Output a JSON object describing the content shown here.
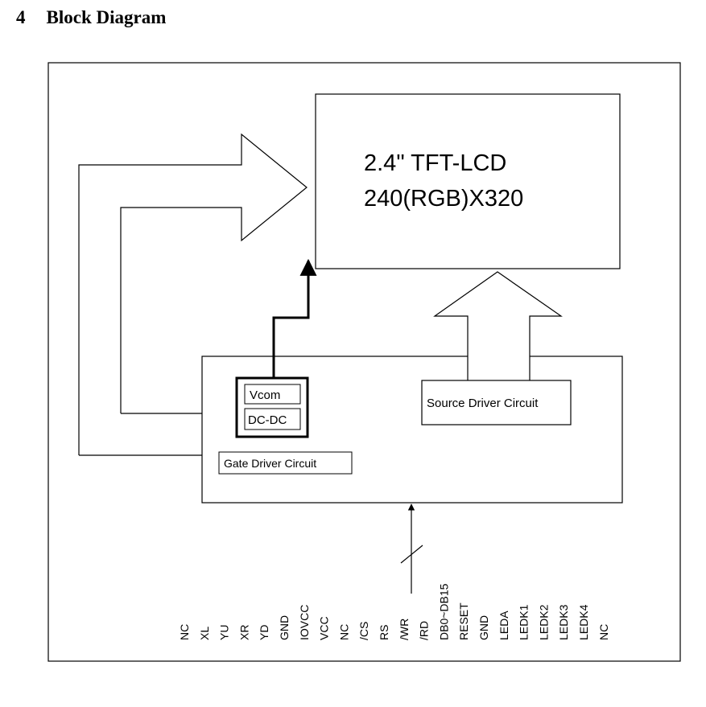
{
  "section": {
    "number": "4",
    "title": "Block Diagram"
  },
  "lcd": {
    "line1": "2.4\" TFT-LCD",
    "line2": "240(RGB)X320"
  },
  "blocks": {
    "vcom": "Vcom",
    "dcdc": "DC-DC",
    "gate_driver": "Gate Driver Circuit",
    "source_driver": "Source Driver Circuit"
  },
  "pins": [
    "NC",
    "XL",
    "YU",
    "XR",
    "YD",
    "GND",
    "IOVCC",
    "VCC",
    "NC",
    "/CS",
    "RS",
    "/WR",
    "/RD",
    "DB0~DB15",
    "RESET",
    "GND",
    "LEDA",
    "LEDK1",
    "LEDK2",
    "LEDK3",
    "LEDK4",
    "NC"
  ],
  "colors": {
    "line": "#000000",
    "background": "#ffffff"
  }
}
